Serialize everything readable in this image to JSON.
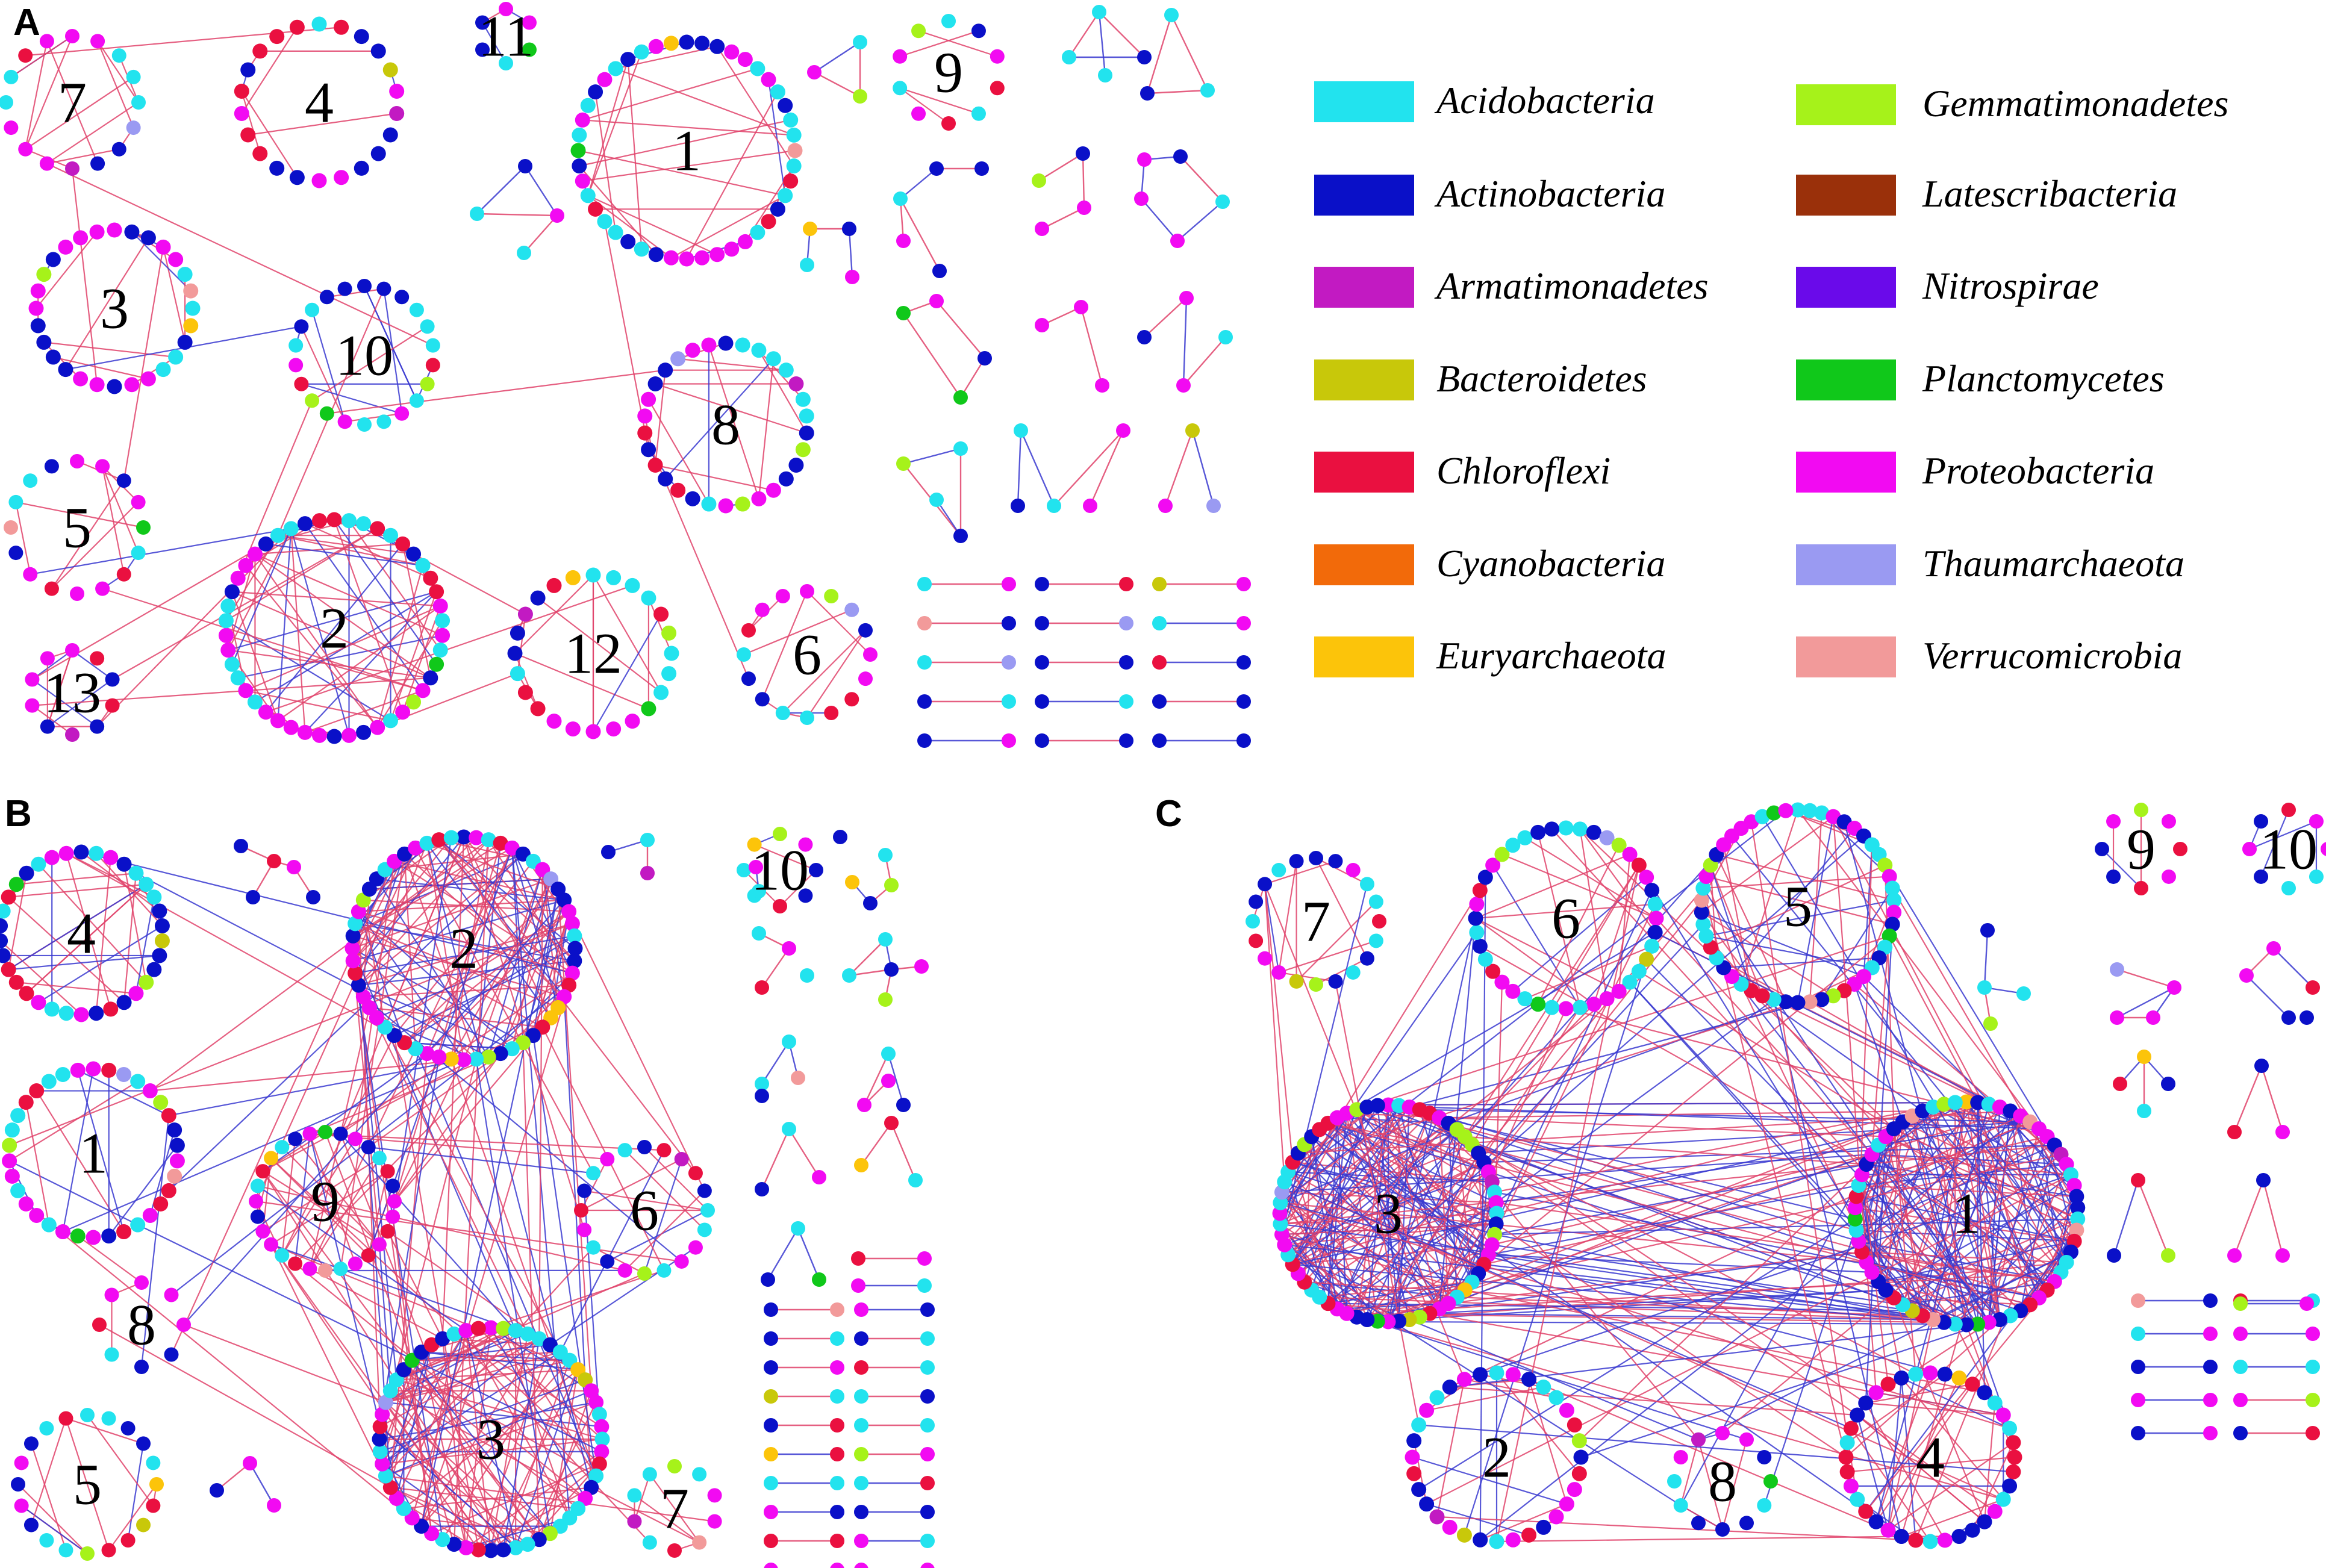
{
  "colors": {
    "positive_edge": "#e0436b",
    "negative_edge": "#3a3ad0"
  },
  "panels": [
    {
      "letter": "A",
      "modules": [
        "1",
        "2",
        "3",
        "4",
        "5",
        "6",
        "7",
        "8",
        "9",
        "10",
        "11",
        "12",
        "13"
      ]
    },
    {
      "letter": "B",
      "modules": [
        "1",
        "2",
        "3",
        "4",
        "5",
        "6",
        "7",
        "8",
        "9",
        "10"
      ]
    },
    {
      "letter": "C",
      "modules": [
        "1",
        "2",
        "3",
        "4",
        "5",
        "6",
        "7",
        "8",
        "9",
        "10"
      ]
    }
  ],
  "legend": [
    {
      "name": "Acidobacteria",
      "color": "#22e3ee"
    },
    {
      "name": "Actinobacteria",
      "color": "#0a10c8"
    },
    {
      "name": "Armatimonadetes",
      "color": "#c21ac2"
    },
    {
      "name": "Bacteroidetes",
      "color": "#c8c80a"
    },
    {
      "name": "Chloroflexi",
      "color": "#ea1040"
    },
    {
      "name": "Cyanobacteria",
      "color": "#f26a0a"
    },
    {
      "name": "Euryarchaeota",
      "color": "#fcc40a"
    },
    {
      "name": "Gemmatimonadetes",
      "color": "#a6f21a"
    },
    {
      "name": "Latescribacteria",
      "color": "#9a300a"
    },
    {
      "name": "Nitrospirae",
      "color": "#6a0aea"
    },
    {
      "name": "Planctomycetes",
      "color": "#10c81a"
    },
    {
      "name": "Proteobacteria",
      "color": "#f20af2"
    },
    {
      "name": "Thaumarchaeota",
      "color": "#9a9af2"
    },
    {
      "name": "Verrucomicrobia",
      "color": "#f29a9a"
    }
  ]
}
